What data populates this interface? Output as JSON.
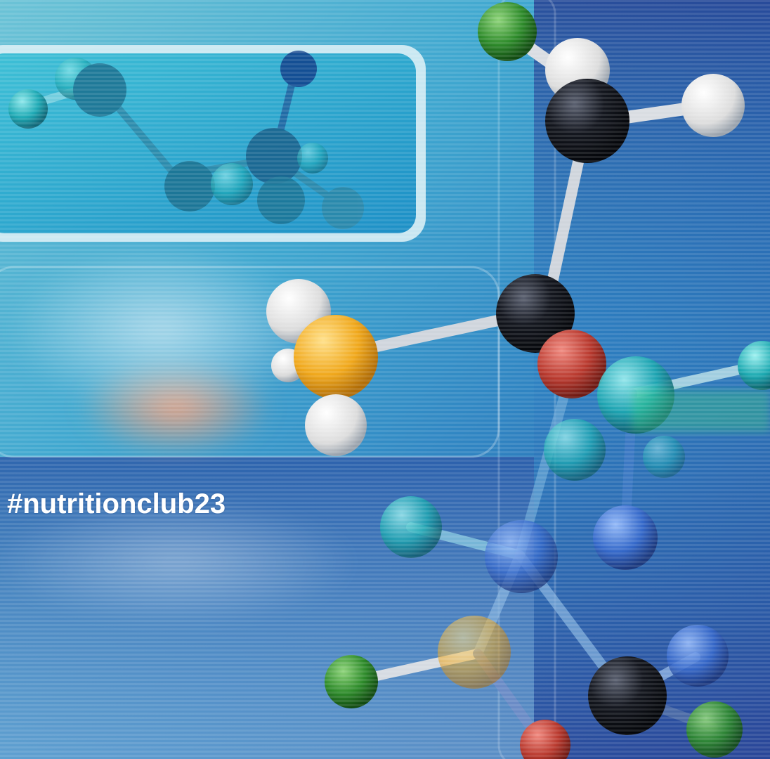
{
  "caption": {
    "hashtag": "#nutritionclub23"
  },
  "colors": {
    "bg_top": "#3fa9c9",
    "bg_mid": "#2d86c0",
    "bg_bottom": "#3b6fb8",
    "panel_fill": "#3fc3dd",
    "panel_border": "#eef6fa",
    "atom_white": "#f2f2f2",
    "atom_black": "#111827",
    "atom_yellow": "#f0a81c",
    "atom_green": "#2d8a2a",
    "atom_red": "#c0392b",
    "atom_blue": "#2f64c8",
    "atom_teal": "#1aa3a0"
  },
  "icons": [
    "molecule-model",
    "inset-molecule-panel"
  ]
}
